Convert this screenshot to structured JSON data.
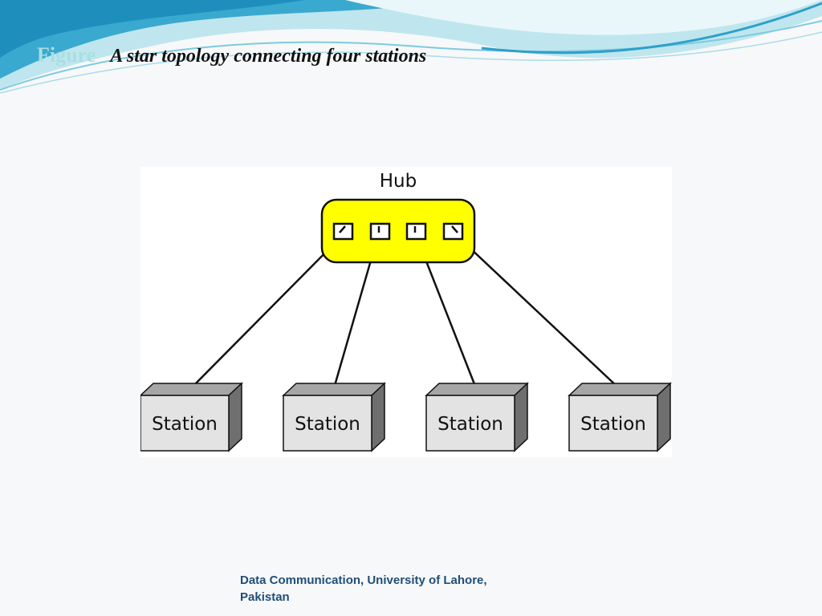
{
  "slide": {
    "title_label": "Figure",
    "title_caption": "A star topology connecting four stations"
  },
  "diagram": {
    "hub_label": "Hub",
    "station_labels": [
      "Station",
      "Station",
      "Station",
      "Station"
    ],
    "colors": {
      "hub_fill": "#ffff00",
      "station_front": "#e3e3e3",
      "station_top": "#a6a6a6",
      "station_side": "#6f6f6f"
    }
  },
  "footer": {
    "line1": "Data Communication, University of Lahore,",
    "line2": "Pakistan"
  }
}
